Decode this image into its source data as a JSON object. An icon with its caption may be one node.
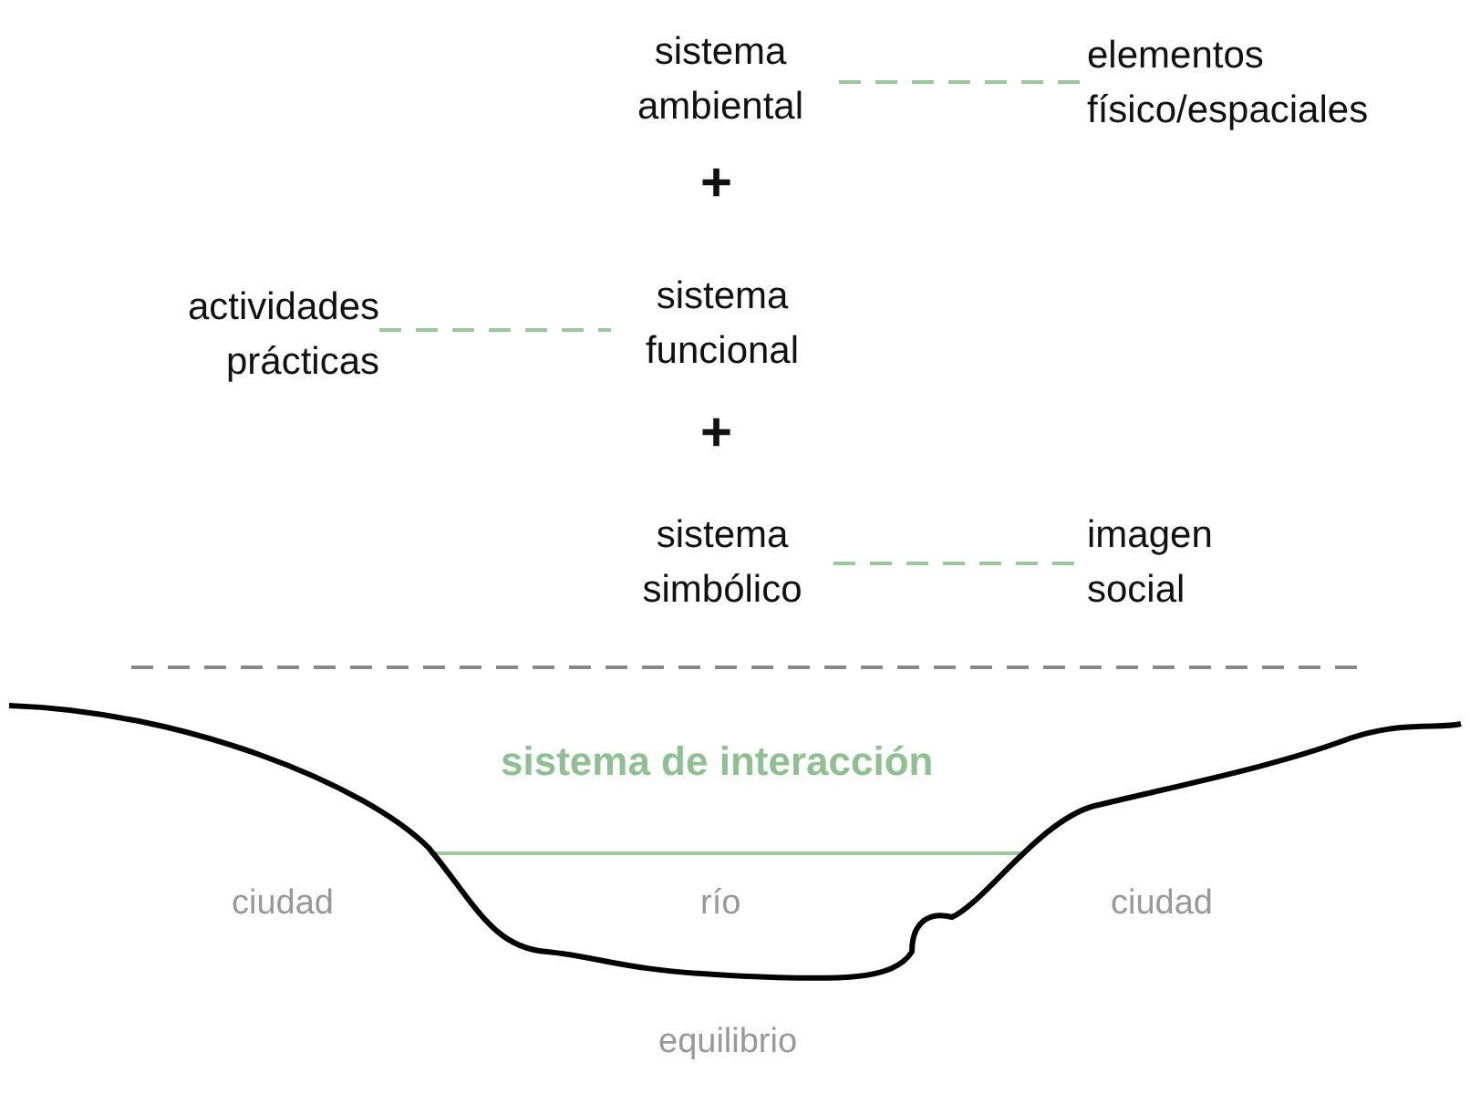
{
  "diagram": {
    "nodes": [
      {
        "text": [
          "sistema ambiental"
        ]
      },
      {
        "text": [
          "elementos físico/espaciales"
        ]
      },
      {
        "text": [
          "actividades prácticas"
        ]
      },
      {
        "text": [
          "sistema funcional"
        ]
      },
      {
        "text": [
          "sistema simbólico"
        ]
      },
      {
        "text": [
          "imagen social"
        ]
      }
    ],
    "edges": [
      {
        "from": 0,
        "to": 1,
        "arrow": "none",
        "style": "dashed"
      },
      {
        "from": 2,
        "to": 3,
        "arrow": "none",
        "style": "dashed"
      },
      {
        "from": 4,
        "to": 5,
        "arrow": "none",
        "style": "dashed"
      }
    ],
    "labels": [
      "+",
      "+",
      "sistema de interacción",
      "ciudad",
      "río",
      "ciudad",
      "equilibrio"
    ]
  }
}
